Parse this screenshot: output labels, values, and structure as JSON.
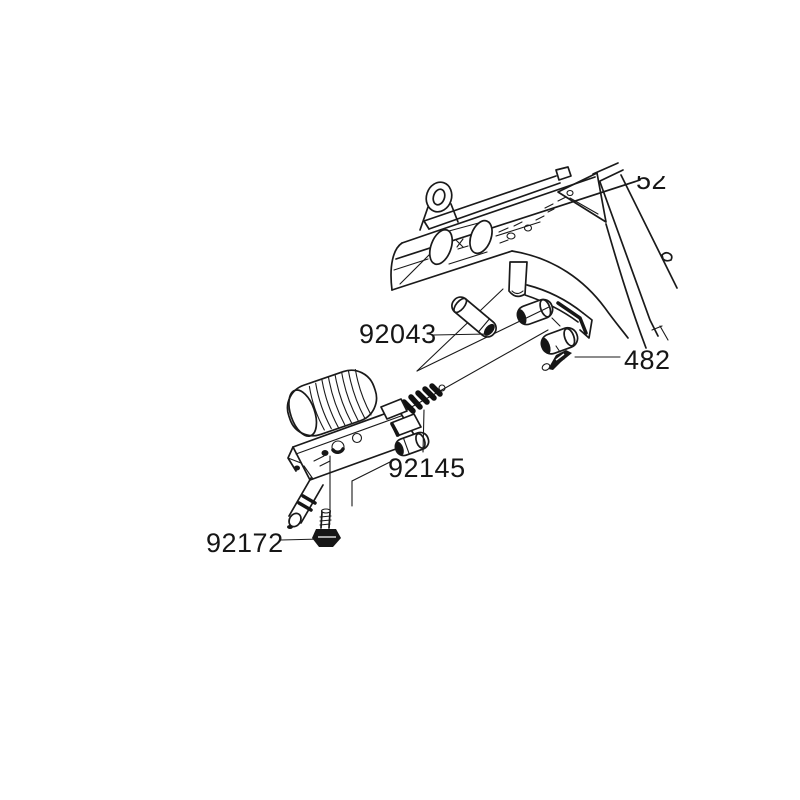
{
  "diagram": {
    "background_color": "#ffffff",
    "line_color": "#1a1a1a",
    "labels": {
      "pin_part_number": "92043",
      "clip_part_number": "482",
      "spring_part_number": "92145",
      "bolt_part_number": "92172",
      "partial_number_top_right": "52"
    }
  }
}
